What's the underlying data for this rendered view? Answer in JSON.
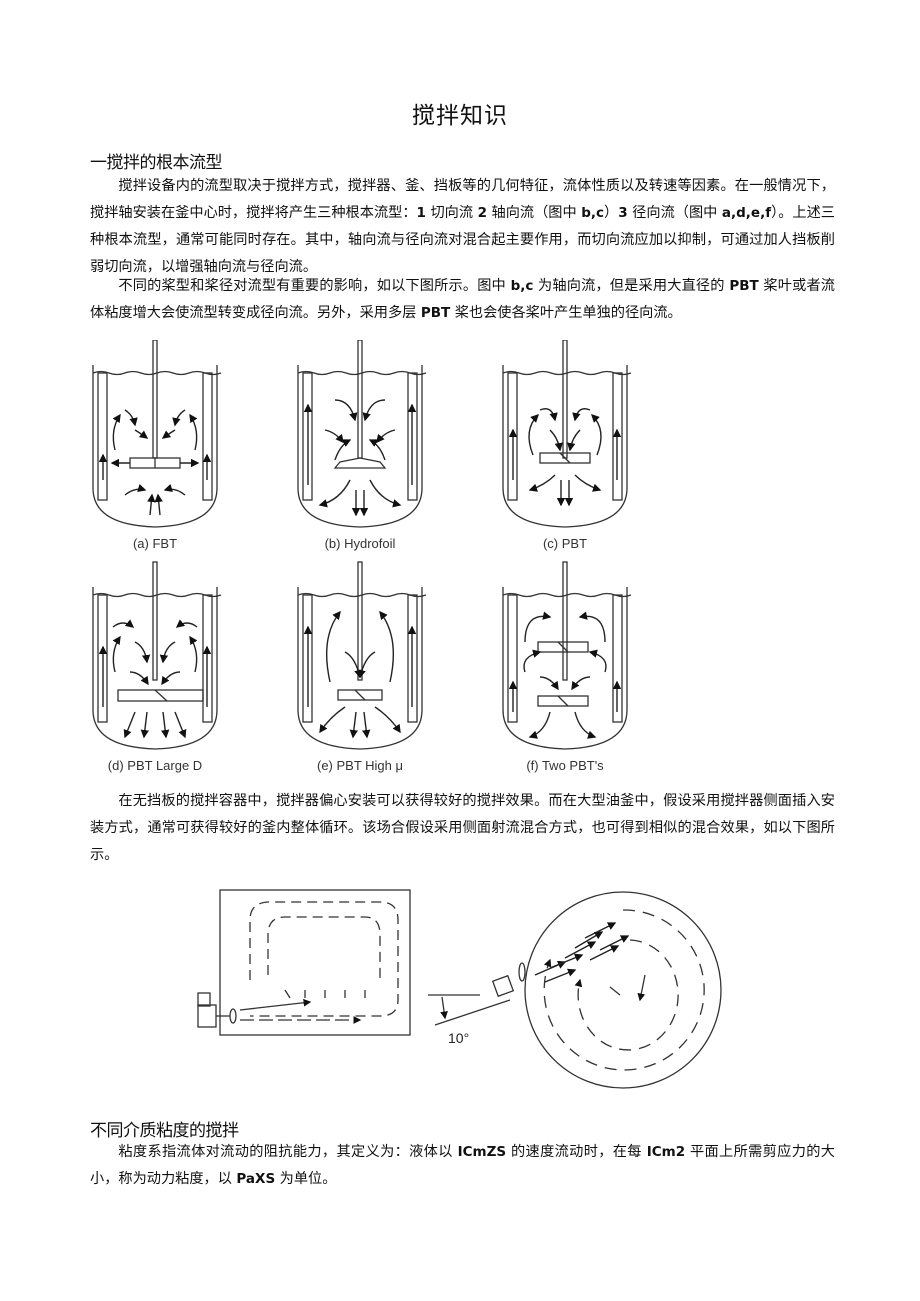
{
  "document": {
    "title": "搅拌知识",
    "sections": [
      {
        "heading": "一搅拌的根本流型",
        "paragraphs": [
          {
            "parts": [
              "搅拌设备内的流型取决于搅拌方式，搅拌器、釜、挡板等的几何特征，流体性质以及转速等因素。在一般情况下，搅拌轴安装在釜中心时，搅拌将产生三种根本流型：",
              "1",
              " 切向流 ",
              "2",
              " 轴向流（图中 ",
              "b,c",
              "）",
              "3",
              " 径向流（图中 ",
              "a,d,e,f",
              "）。上述三种根本流型，通常可能同时存在。其中，轴向流与径向流对混合起主要作用，而切向流应加以抑制，可通过加人挡板削弱切向流，以增强轴向流与径向流。"
            ]
          },
          {
            "parts": [
              "不同的桨型和桨径对流型有重要的影响，如以下图所示。图中 ",
              "b,c",
              " 为轴向流，但是采用大直径的 ",
              "PBT",
              " 桨叶或者流体粘度增大会使流型转变成径向流。另外，采用多层 ",
              "PBT",
              " 桨也会使各桨叶产生单独的径向流。"
            ]
          }
        ],
        "figure1": {
          "panels": [
            {
              "label": "(a) FBT",
              "letter": "a",
              "name": "FBT"
            },
            {
              "label": "(b) Hydrofoil",
              "letter": "b",
              "name": "Hydrofoil"
            },
            {
              "label": "(c) PBT",
              "letter": "c",
              "name": "PBT"
            },
            {
              "label": "(d) PBT Large D",
              "letter": "d",
              "name": "PBT Large D"
            },
            {
              "label": "(e) PBT High μ",
              "letter": "e",
              "name": "PBT High μ"
            },
            {
              "label": "(f) Two PBT's",
              "letter": "f",
              "name": "Two PBT's"
            }
          ]
        },
        "paragraph3": "在无挡板的搅拌容器中，搅拌器偏心安装可以获得较好的搅拌效果。而在大型油釜中，假设采用搅拌器侧面插入安装方式，通常可获得较好的釜内整体循环。该场合假设采用侧面射流混合方式，也可得到相似的混合效果，如以下图所示。",
        "figure2": {
          "angle_label": "10°"
        }
      },
      {
        "heading": "不同介质粘度的搅拌",
        "paragraphs": [
          {
            "parts": [
              "粘度系指流体对流动的阻抗能力，其定义为：液体以 ",
              "ICmZS",
              " 的速度流动时，在每 ",
              "ICm2",
              " 平面上所需剪应力的大小，称为动力粘度，以 ",
              "PaXS",
              " 为单位。"
            ]
          }
        ]
      }
    ]
  }
}
